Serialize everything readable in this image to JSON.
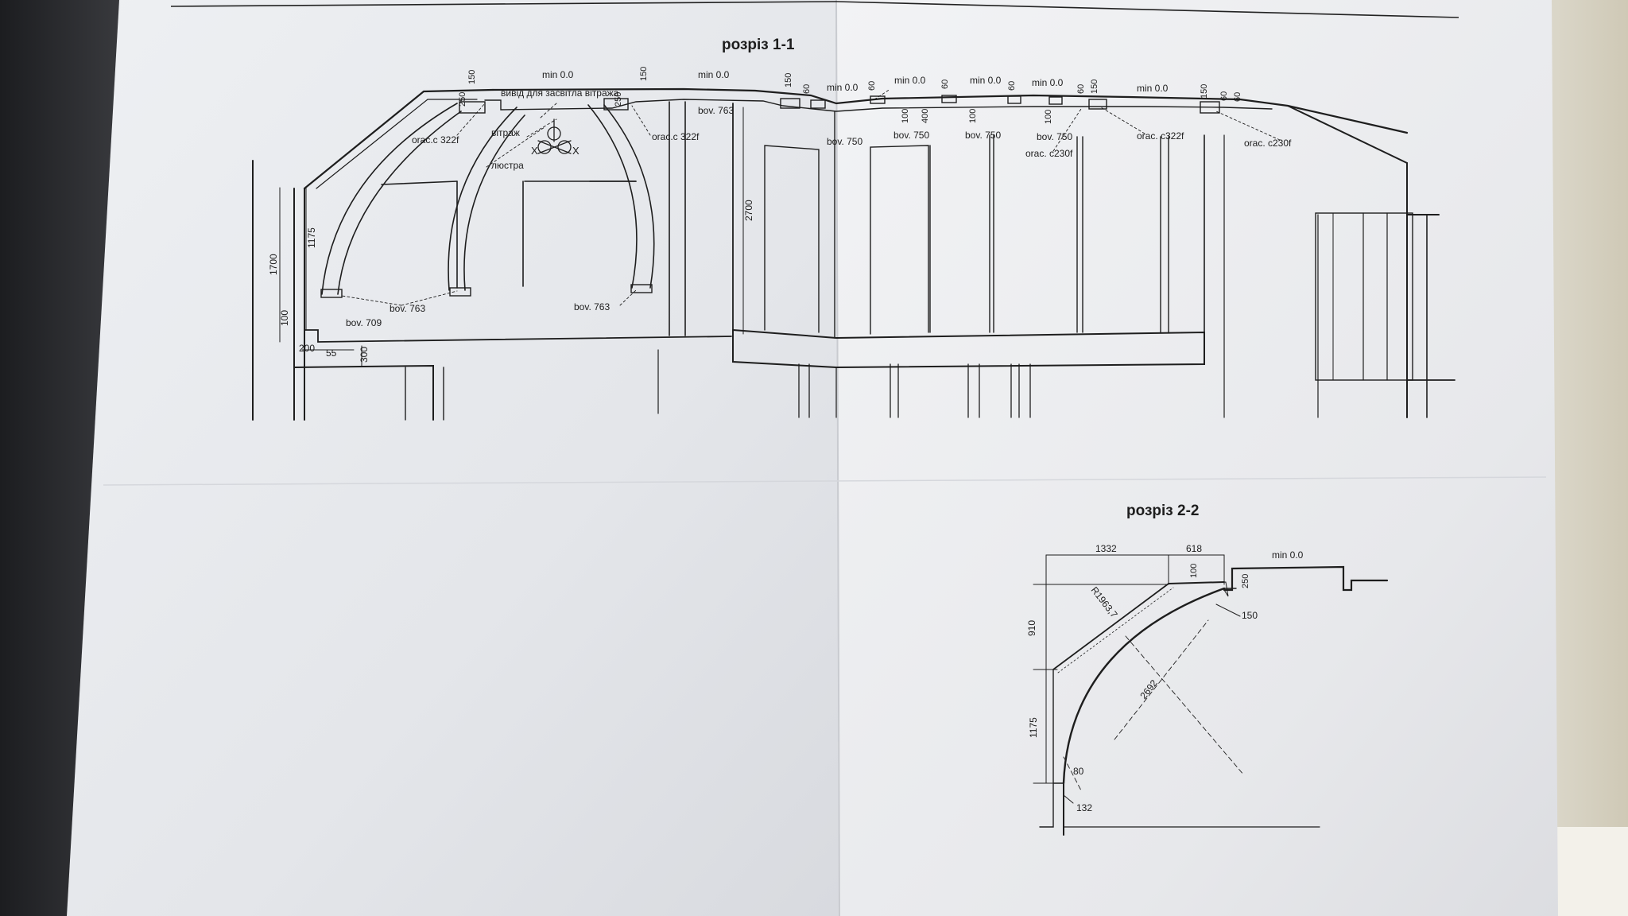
{
  "section_1": {
    "title": "розріз 1-1",
    "notes": {
      "vyvid": "вивід для засвітла вітража",
      "vitrazh": "вітраж",
      "lyustra": "люстра",
      "orac_322_a": "orac.c 322f",
      "orac_322_b": "orac.c 322f",
      "orac_322_c": "orac. c322f",
      "orac_230_a": "orac. c230f",
      "orac_230_b": "orac. c230f",
      "bov_763_a": "bov. 763",
      "bov_763_b": "bov. 763",
      "bov_763_c": "bov. 763",
      "bov_709": "bov. 709",
      "bov_750_a": "bov. 750",
      "bov_750_b": "bov. 750",
      "bov_750_c": "bov. 750",
      "bov_750_d": "bov. 750",
      "x_left": "X",
      "x_right": "X"
    },
    "levels": {
      "min_a": "min 0.0",
      "min_b": "min 0.0",
      "min_c": "min 0.0",
      "min_d": "min 0.0",
      "min_e": "min 0.0",
      "min_f": "min 0.0",
      "min_g": "min 0.0"
    },
    "dims": {
      "d150_a": "150",
      "d150_b": "150",
      "d150_c": "150",
      "d150_d": "150",
      "d150_e": "150",
      "d250_a": "250",
      "d250_b": "250",
      "d60_a": "60",
      "d60_b": "60",
      "d60_c": "60",
      "d60_d": "60",
      "d60_e": "60",
      "d60_f": "60",
      "d60_g": "60",
      "d100_a": "100",
      "d100_b": "100",
      "d100_c": "100",
      "d400": "400",
      "d1700": "1700",
      "d1175": "1175",
      "d100_left": "100",
      "d200": "200",
      "d55": "55",
      "d300": "300",
      "d2700": "2700"
    }
  },
  "section_2": {
    "title": "розріз 2-2",
    "level": "min 0.0",
    "dims": {
      "d1332": "1332",
      "d618": "618",
      "d100": "100",
      "d250": "250",
      "d150": "150",
      "d910": "910",
      "d1175": "1175",
      "d80": "80",
      "d132": "132",
      "radius": "R1963,7",
      "d2692": "2692"
    }
  }
}
